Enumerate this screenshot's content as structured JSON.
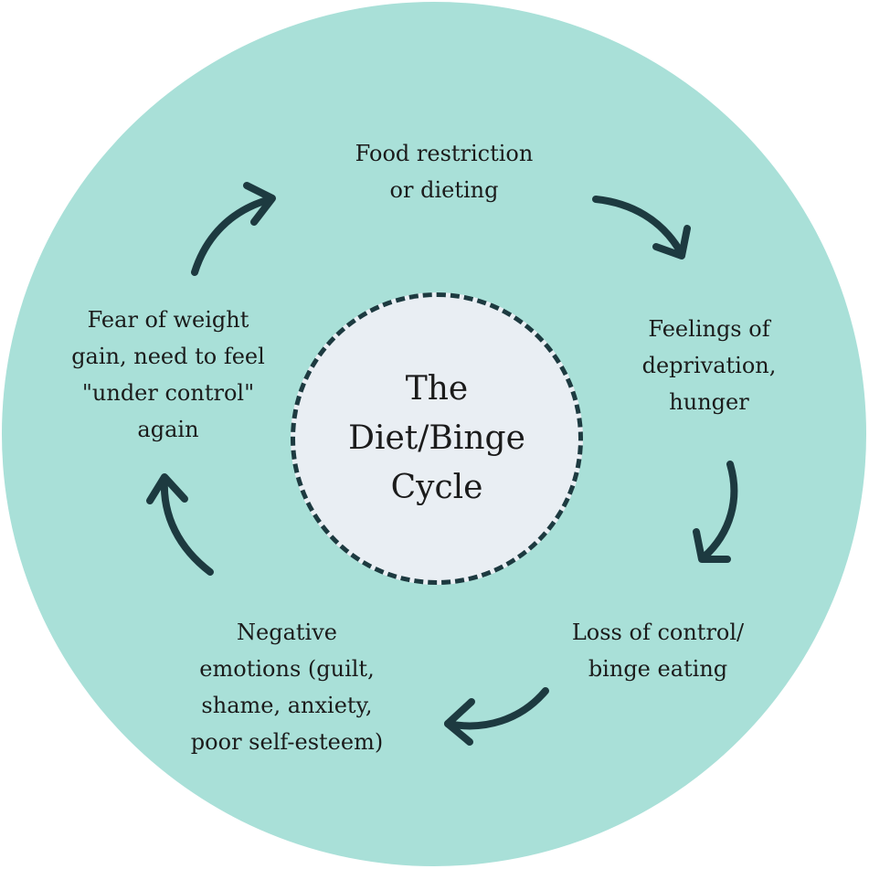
{
  "colors": {
    "outer_fill": "#a9e0d8",
    "inner_fill": "#e9eef3",
    "arrow": "#1d3a40",
    "dash": "#1d3a40",
    "text": "#1b1b1b"
  },
  "center": {
    "lines": [
      "The",
      "Diet/Binge",
      "Cycle"
    ]
  },
  "stages": [
    {
      "id": "food-restriction",
      "lines": [
        "Food restriction",
        "or dieting"
      ]
    },
    {
      "id": "deprivation",
      "lines": [
        "Feelings of",
        "deprivation,",
        "hunger"
      ]
    },
    {
      "id": "binge-eating",
      "lines": [
        "Loss of control/",
        "binge eating"
      ]
    },
    {
      "id": "negative-emotions",
      "lines": [
        "Negative",
        "emotions (guilt,",
        "shame, anxiety,",
        "poor self-esteem)"
      ]
    },
    {
      "id": "fear-weight-gain",
      "lines": [
        "Fear of weight",
        "gain, need to feel",
        "\"under control\"",
        "again"
      ]
    }
  ]
}
